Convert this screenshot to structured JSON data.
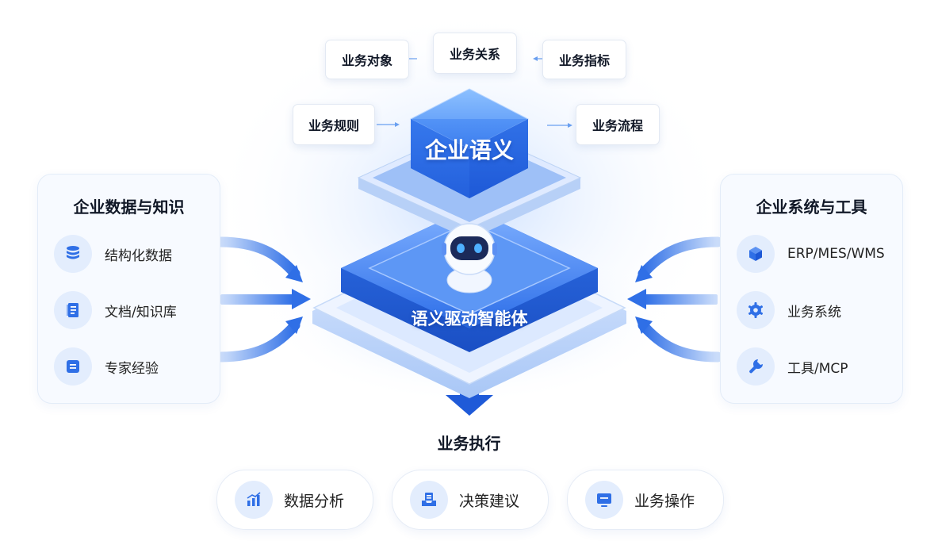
{
  "colors": {
    "accent": "#2f6fe6",
    "accent_light": "#e3edfd",
    "panel_bg": "#f7faff",
    "text": "#1f2430"
  },
  "left_panel": {
    "title": "企业数据与知识",
    "items": [
      {
        "label": "结构化数据",
        "icon": "database-icon"
      },
      {
        "label": "文档/知识库",
        "icon": "document-icon"
      },
      {
        "label": "专家经验",
        "icon": "notebook-icon"
      }
    ]
  },
  "right_panel": {
    "title": "企业系统与工具",
    "items": [
      {
        "label": "ERP/MES/WMS",
        "icon": "cube-icon"
      },
      {
        "label": "业务系统",
        "icon": "gear-icon"
      },
      {
        "label": "工具/MCP",
        "icon": "wrench-icon"
      }
    ]
  },
  "semantic": {
    "core": "企业语义",
    "tags": [
      "业务对象",
      "业务关系",
      "业务指标",
      "业务规则",
      "业务流程"
    ]
  },
  "agent": {
    "label": "语义驱动智能体",
    "icon": "robot-icon"
  },
  "execution": {
    "title": "业务执行",
    "items": [
      {
        "label": "数据分析",
        "icon": "bar-chart-icon"
      },
      {
        "label": "决策建议",
        "icon": "inbox-icon"
      },
      {
        "label": "业务操作",
        "icon": "monitor-icon"
      }
    ]
  }
}
